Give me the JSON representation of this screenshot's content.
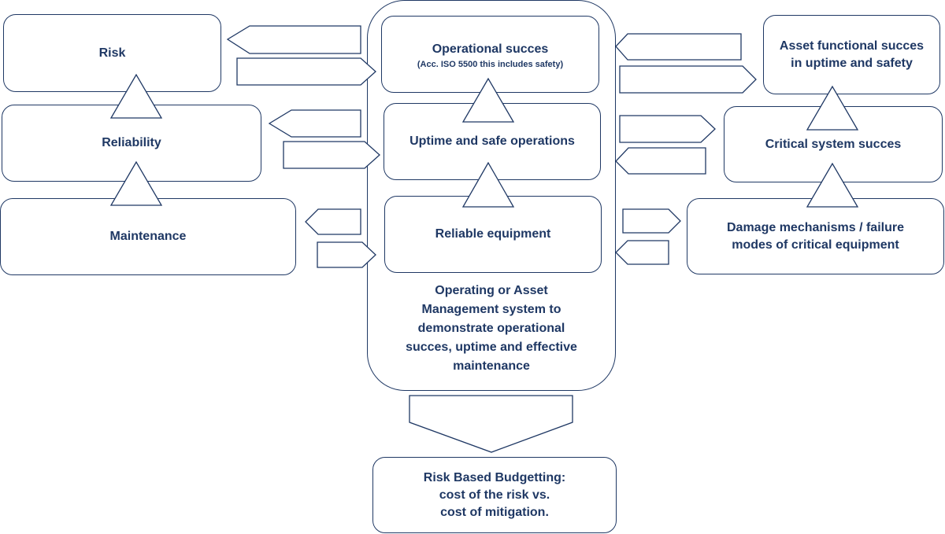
{
  "left_column": {
    "risk": "Risk",
    "reliability": "Reliability",
    "maintenance": "Maintenance"
  },
  "center_column": {
    "operational_success": "Operational succes",
    "operational_success_note": "(Acc. ISO 5500 this includes safety)",
    "uptime": "Uptime and safe operations",
    "reliable_equipment": "Reliable equipment",
    "system_description": "Operating or Asset\nManagement system to\ndemonstrate operational\nsucces, uptime and effective\nmaintenance"
  },
  "right_column": {
    "asset_functional_success": "Asset functional succes\nin uptime and safety",
    "critical_system_success": "Critical system succes",
    "damage_mechanisms": "Damage mechanisms / failure\nmodes of critical equipment"
  },
  "bottom": {
    "risk_based_budgeting": "Risk Based Budgetting:\ncost of the risk vs.\ncost of mitigation."
  },
  "colors": {
    "stroke": "#1f3864",
    "text": "#1f3864",
    "fill": "#ffffff"
  }
}
